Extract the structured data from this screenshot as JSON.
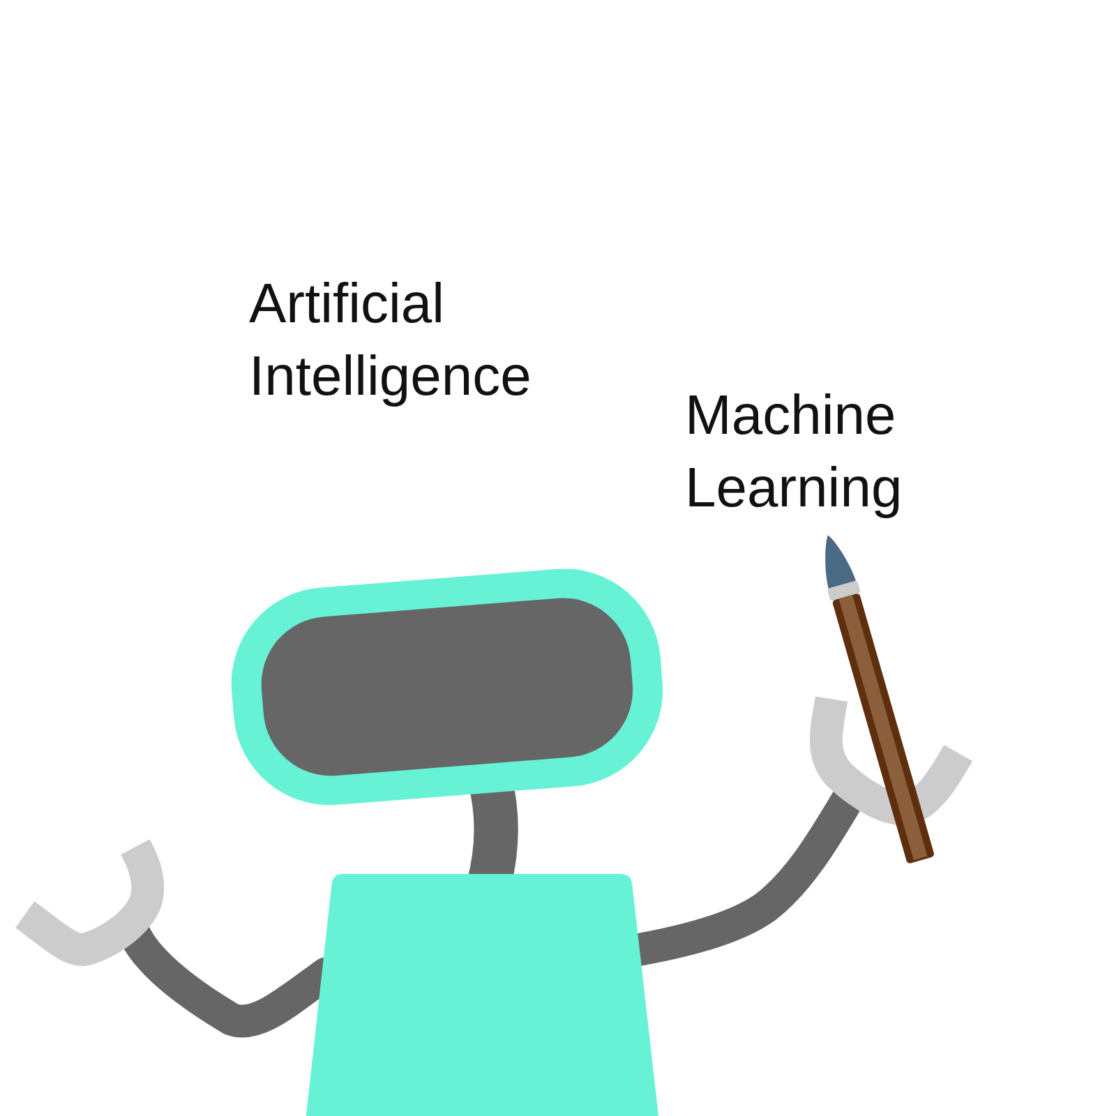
{
  "diagram": {
    "nodes": [
      {
        "text": [
          "Artificial Intelligence"
        ]
      },
      {
        "text": [
          "Machine Learning"
        ],
        "in": 0
      }
    ]
  }
}
